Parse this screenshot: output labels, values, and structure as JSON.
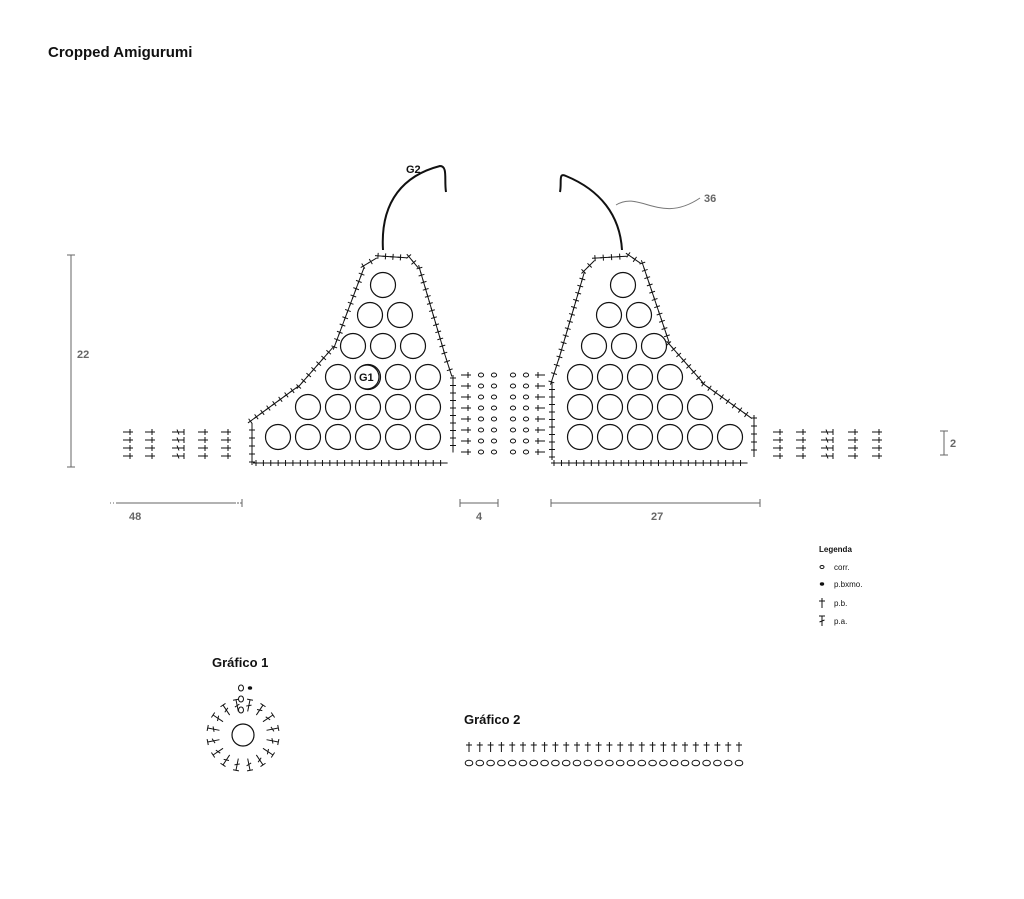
{
  "title": "Cropped Amigurumi",
  "labels": {
    "g1": "G1",
    "g2": "G2",
    "n36": "36"
  },
  "dimensions": {
    "height": "22",
    "band_height": "2",
    "side": "48",
    "center": "4",
    "cup": "27"
  },
  "legend": {
    "title": "Legenda",
    "items": [
      {
        "symbol": "chain-icon",
        "label": "corr."
      },
      {
        "symbol": "slip-stitch-icon",
        "label": "p.bxmo."
      },
      {
        "symbol": "single-crochet-icon",
        "label": "p.b."
      },
      {
        "symbol": "double-crochet-icon",
        "label": "p.a."
      }
    ]
  },
  "grafico1": {
    "title": "Gráfico 1"
  },
  "grafico2": {
    "title": "Gráfico 2"
  }
}
